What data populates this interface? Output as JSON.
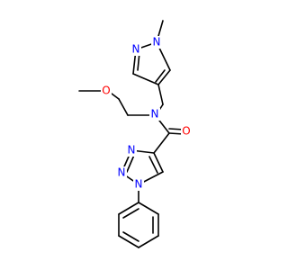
{
  "colors": {
    "carbon_bond": "#000000",
    "nitrogen": "#0000ff",
    "oxygen": "#ff0000",
    "background": "#ffffff"
  },
  "atoms": {
    "n_pyrazole_methyl": "N",
    "n_pyrazole_double": "N",
    "o_methoxy": "O",
    "n_amide": "N",
    "o_carbonyl": "O",
    "n_triazole_3": "N",
    "n_triazole_2": "N",
    "n_triazole_1": "N"
  }
}
